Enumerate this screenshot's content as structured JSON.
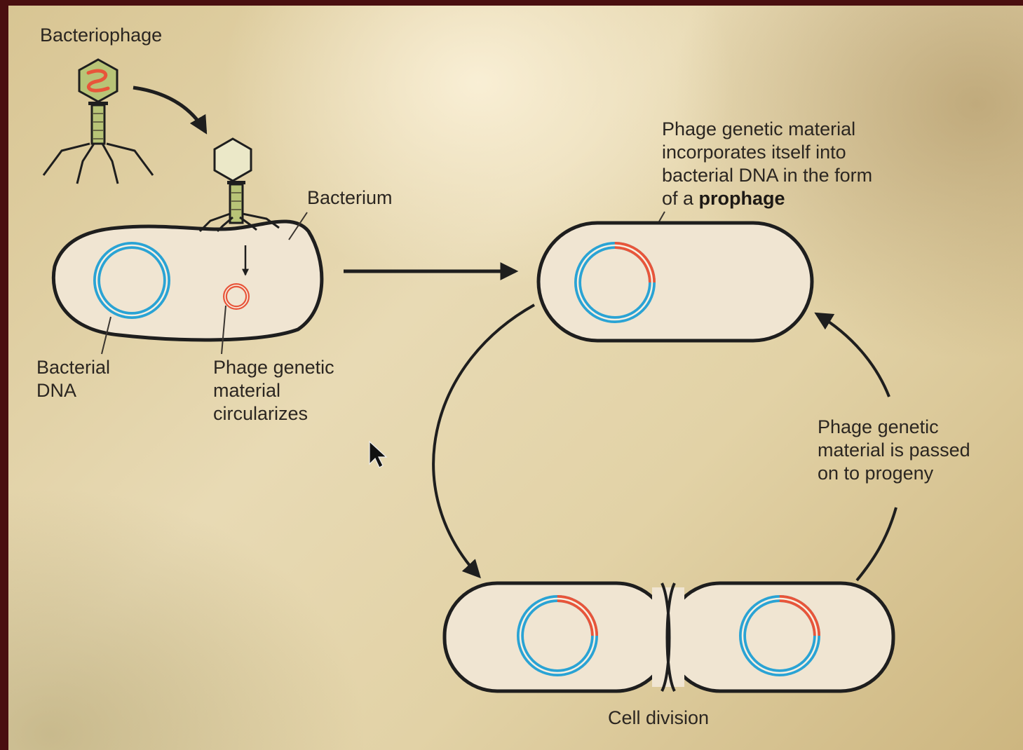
{
  "labels": {
    "bacteriophage": "Bacteriophage",
    "bacterium": "Bacterium",
    "bacterial_dna": [
      "Bacterial",
      "DNA"
    ],
    "circularizes": [
      "Phage genetic",
      "material",
      "circularizes"
    ],
    "prophage_note": {
      "lines": [
        "Phage genetic material",
        "incorporates itself into",
        "bacterial DNA in the form"
      ],
      "last_prefix": "of a ",
      "last_bold": "prophage"
    },
    "progeny_note": [
      "Phage genetic",
      "material is passed",
      "on to progeny"
    ],
    "cell_division": "Cell division"
  },
  "colors": {
    "bacterial_dna": "#2aa3d4",
    "phage_dna": "#e8553a",
    "cell_fill": "#f0e5d2",
    "outline": "#1e1e1e",
    "phage_body": "#b8c477"
  }
}
